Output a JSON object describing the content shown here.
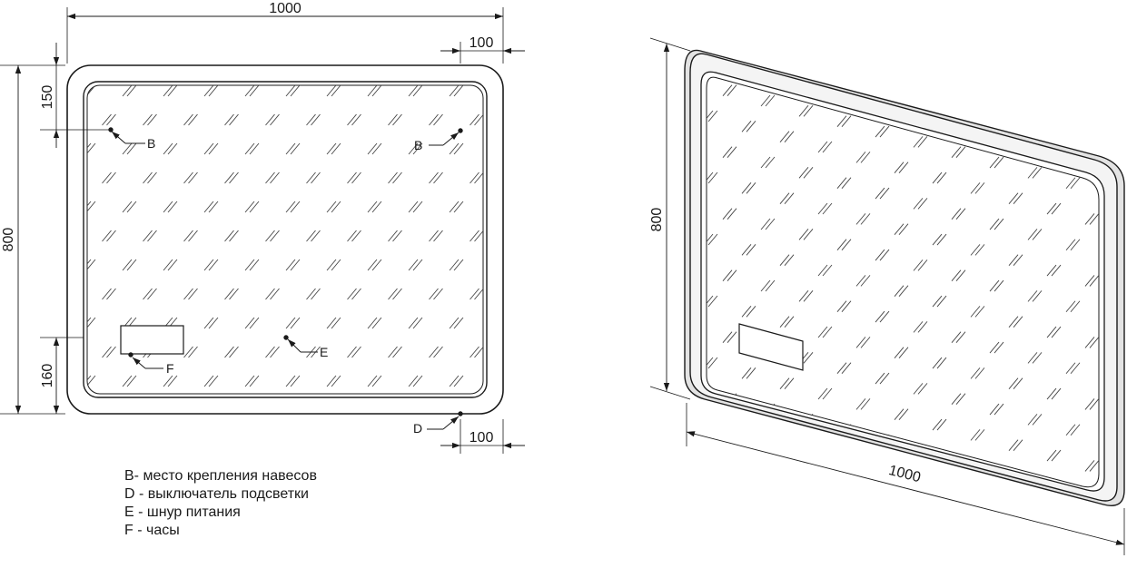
{
  "front_view": {
    "width_label": "1000",
    "height_label": "800",
    "top_offset_label": "150",
    "bottom_offset_label": "160",
    "right_offset_top_label": "100",
    "right_offset_bottom_label": "100",
    "markers": {
      "b_left": "B",
      "b_right": "B",
      "e": "E",
      "f": "F",
      "d": "D"
    }
  },
  "perspective_view": {
    "height_label": "800",
    "width_label": "1000"
  },
  "legend": [
    "B- место крепления навесов",
    "D - выключатель подсветки",
    "E - шнур питания",
    "F - часы"
  ],
  "colors": {
    "line": "#1a1a1a",
    "hatch": "#444444",
    "frame_fill": "#f2f2f2",
    "shade": "#d9d9d9"
  }
}
